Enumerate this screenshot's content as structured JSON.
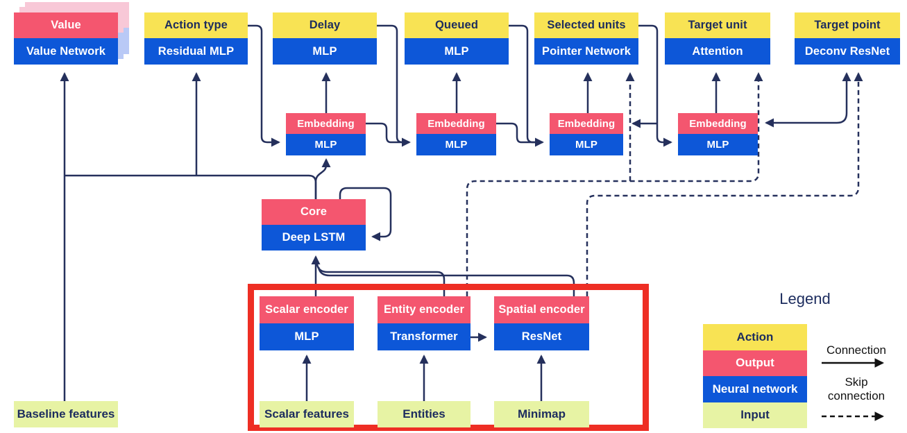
{
  "colors": {
    "action": "#f8e354",
    "output": "#f4566f",
    "network": "#0d57d8",
    "input": "#e7f3a4",
    "line": "#25305c",
    "text-dark": "#1c2c5e",
    "frame": "#ee2e24",
    "shadow-pink": "#f8c8d7",
    "shadow-blue": "#b9c9f6",
    "legend-ink": "#111111"
  },
  "diagram": {
    "heads": [
      {
        "top": "Value",
        "bottom": "Value Network"
      },
      {
        "top": "Action type",
        "bottom": "Residual MLP"
      },
      {
        "top": "Delay",
        "bottom": "MLP"
      },
      {
        "top": "Queued",
        "bottom": "MLP"
      },
      {
        "top": "Selected units",
        "bottom": "Pointer Network"
      },
      {
        "top": "Target unit",
        "bottom": "Attention"
      },
      {
        "top": "Target point",
        "bottom": "Deconv ResNet"
      }
    ],
    "embeddings": [
      {
        "top": "Embedding",
        "bottom": "MLP"
      },
      {
        "top": "Embedding",
        "bottom": "MLP"
      },
      {
        "top": "Embedding",
        "bottom": "MLP"
      },
      {
        "top": "Embedding",
        "bottom": "MLP"
      }
    ],
    "core": {
      "top": "Core",
      "bottom": "Deep LSTM"
    },
    "encoders": [
      {
        "top": "Scalar encoder",
        "bottom": "MLP"
      },
      {
        "top": "Entity encoder",
        "bottom": "Transformer"
      },
      {
        "top": "Spatial encoder",
        "bottom": "ResNet"
      }
    ],
    "inputs": {
      "baseline": "Baseline features",
      "scalar": "Scalar features",
      "entities": "Entities",
      "minimap": "Minimap"
    }
  },
  "legend": {
    "title": "Legend",
    "items": [
      {
        "label": "Action"
      },
      {
        "label": "Output"
      },
      {
        "label": "Neural network"
      },
      {
        "label": "Input"
      }
    ],
    "connection": "Connection",
    "skip_connection": "Skip connection"
  }
}
